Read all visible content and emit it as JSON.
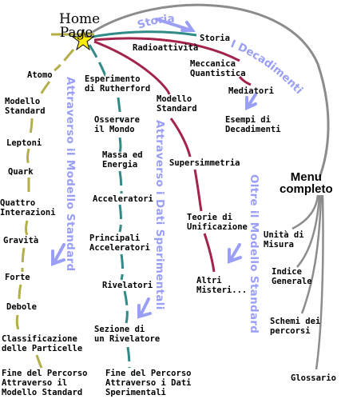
{
  "home": {
    "line1": "Home",
    "line2": "Page"
  },
  "curve_titles": {
    "storia": "Storia",
    "decadimenti": "I Decadimenti"
  },
  "path_titles": {
    "modello": "Attraverso il Modello Standard",
    "dati": "Attraverso i Dati Sperimentali",
    "oltre": "Oltre il Modello Standard"
  },
  "standard_path": [
    "Atomo",
    "Modello\nStandard",
    "Leptoni",
    "Quark",
    "Quattro\nInterazioni",
    "Gravità",
    "Forte",
    "Debole",
    "Classificazione\ndelle Particelle",
    "Fine del Percorso\nAttraverso il\nModello Standard"
  ],
  "data_path": [
    "Esperimento\ndi Rutherford",
    "Osservare\nil Mondo",
    "Massa ed\nEnergia",
    "Acceleratori",
    "Principali\nAcceleratori",
    "Rivelatori",
    "Sezione di\nun Rivelatore",
    "Fine del Percorso\nAttraverso i Dati\nSperimentali"
  ],
  "beyond_path": [
    "Modello\nStandard",
    "Supersimmetria",
    "Teorie di\nUnificazione",
    "Altri\nMisteri..."
  ],
  "decay_path": [
    "Radioattività",
    "Meccanica\nQuantistica",
    "Mediatori",
    "Esempi di\nDecadimenti"
  ],
  "history": "Storia",
  "menu": {
    "line1": "Menu",
    "line2": "completo",
    "items": [
      "Unità di\nMisura",
      "Indice\nGenerale",
      "Schemi dei\npercorsi",
      "Glossario"
    ]
  },
  "colors": {
    "standard_path": "#b3ae48",
    "data_path": "#2e8b87",
    "beyond_path": "#a2244a",
    "menu_lines": "#8c8c8c",
    "title_text": "#9a9ff5",
    "arrows": "#9a9ff5",
    "star": "#ffee00"
  }
}
